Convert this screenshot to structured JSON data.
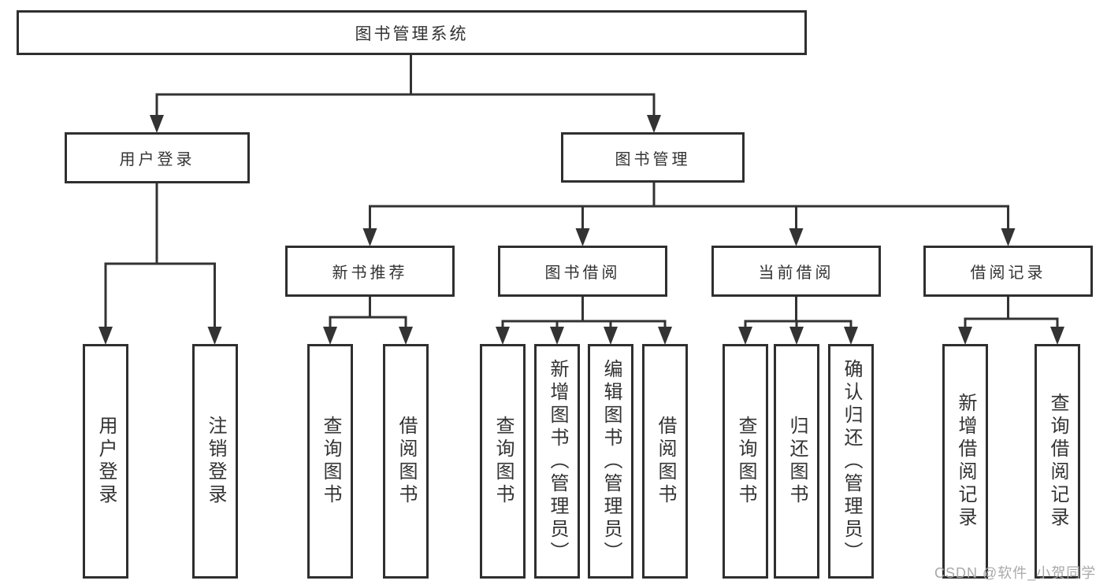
{
  "colors": {
    "background": "#ffffff",
    "line": "#333333",
    "box_border": "#2f2f2f",
    "text": "#333333",
    "watermark": "#a9a9a9"
  },
  "watermark": {
    "text": "CSDN @软件_小贺同学"
  },
  "diagram": {
    "type": "hierarchy-tree",
    "root": {
      "label": "图书管理系统"
    },
    "branches": [
      {
        "label": "用户登录",
        "children": [
          {
            "label": "用户登录"
          },
          {
            "label": "注销登录"
          }
        ]
      },
      {
        "label": "图书管理",
        "children": [
          {
            "label": "新书推荐",
            "children": [
              {
                "label": "查询图书"
              },
              {
                "label": "借阅图书"
              }
            ]
          },
          {
            "label": "图书借阅",
            "children": [
              {
                "label": "查询图书"
              },
              {
                "label": "新增图书（管理员）"
              },
              {
                "label": "编辑图书（管理员）"
              },
              {
                "label": "借阅图书"
              }
            ]
          },
          {
            "label": "当前借阅",
            "children": [
              {
                "label": "查询图书"
              },
              {
                "label": "归还图书"
              },
              {
                "label": "确认归还（管理员）"
              }
            ]
          },
          {
            "label": "借阅记录",
            "children": [
              {
                "label": "新增借阅记录"
              },
              {
                "label": "查询借阅记录"
              }
            ]
          }
        ]
      }
    ]
  }
}
